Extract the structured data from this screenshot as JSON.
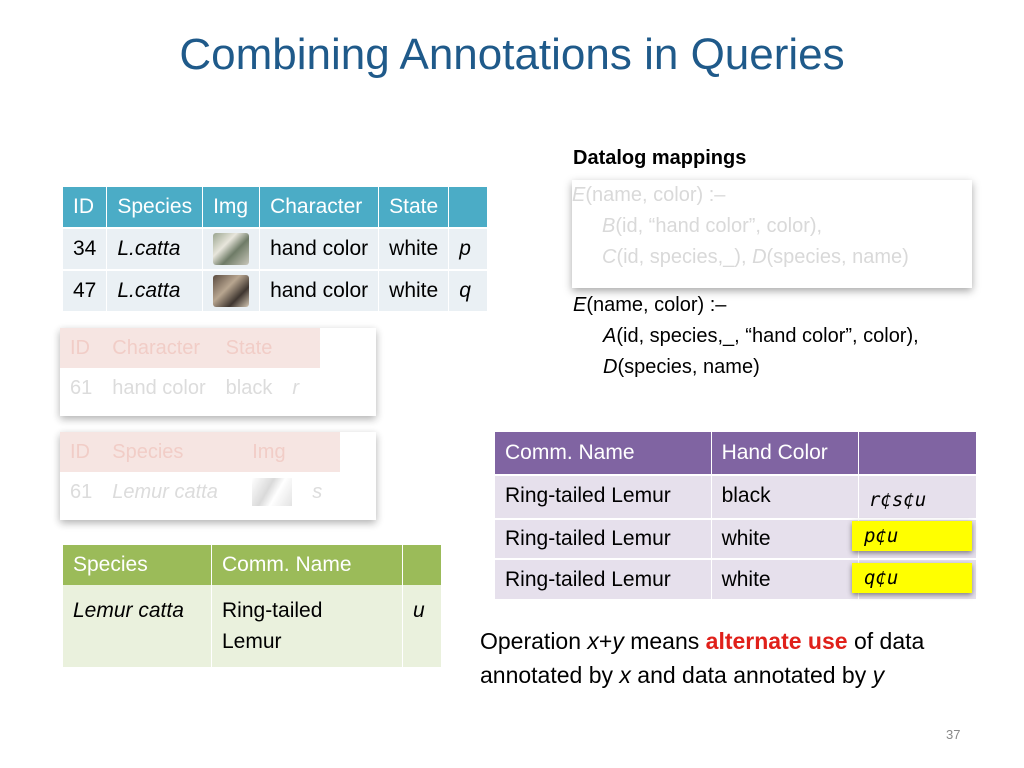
{
  "title": "Combining Annotations in Queries",
  "datalog_heading": "Datalog mappings",
  "table1": {
    "headers": [
      "ID",
      "Species",
      "Img",
      "Character",
      "State",
      ""
    ],
    "rows": [
      {
        "id": "34",
        "species": "L.catta",
        "character": "hand color",
        "state": "white",
        "ann": "p"
      },
      {
        "id": "47",
        "species": "L.catta",
        "character": "hand color",
        "state": "white",
        "ann": "q"
      }
    ]
  },
  "ghost_table1": {
    "headers": [
      "ID",
      "Character",
      "State",
      ""
    ],
    "row": {
      "id": "61",
      "character": "hand color",
      "state": "black",
      "ann": "r"
    }
  },
  "ghost_table2": {
    "headers": [
      "ID",
      "Species",
      "Img",
      ""
    ],
    "row": {
      "id": "61",
      "species": "Lemur catta",
      "ann": "s"
    }
  },
  "species_table": {
    "headers": [
      "Species",
      "Comm. Name",
      ""
    ],
    "row": {
      "species": "Lemur catta",
      "comm_line1": "Ring-tailed",
      "comm_line2": "Lemur",
      "ann": "u"
    }
  },
  "ghost_rule": {
    "line1_pred": "E",
    "line1_rest": "(name, color)   :–",
    "line2_pred": "B",
    "line2_rest": "(id, “hand color”, color),",
    "line3_pred1": "C",
    "line3_rest1": "(id, species,_), ",
    "line3_pred2": "D",
    "line3_rest2": "(species, name)"
  },
  "rule": {
    "line1_pred": "E",
    "line1_rest": "(name, color)   :–",
    "line2_pred": "A",
    "line2_rest": "(id, species,_, “hand color”, color),",
    "line3_pred": "D",
    "line3_rest": "(species, name)"
  },
  "result_table": {
    "headers": [
      "Comm. Name",
      "Hand Color",
      ""
    ],
    "rows": [
      {
        "name": "Ring-tailed Lemur",
        "color": "black",
        "ann": "r¢s¢u"
      },
      {
        "name": "Ring-tailed Lemur",
        "color": "white",
        "ann": "p¢u"
      },
      {
        "name": "Ring-tailed Lemur",
        "color": "white",
        "ann": "q¢u"
      }
    ]
  },
  "operation": {
    "prefix": "Operation ",
    "x": "x",
    "plus": "+",
    "y": "y",
    "mid": " means ",
    "highlight": "alternate use",
    "mid2": " of data",
    "line2a": "annotated by ",
    "line2b": " and data annotated by "
  },
  "page_number": "37",
  "colors": {
    "title": "#1f5a8a",
    "blue_header": "#4bacc6",
    "green_header": "#9bbb59",
    "purple_header": "#8064a2",
    "highlight": "#ffff00",
    "alt_text": "#e0201a"
  }
}
